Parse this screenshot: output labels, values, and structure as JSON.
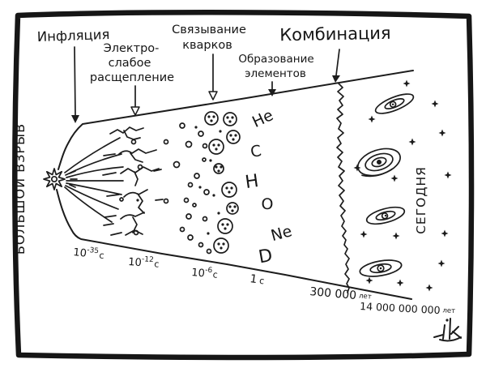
{
  "stages": {
    "inflation": {
      "label": "Инфляция"
    },
    "electroweak": {
      "lines": [
        "Электро-",
        "слабое",
        "расщепление"
      ]
    },
    "quark_binding": {
      "lines": [
        "Связывание",
        "кварков"
      ]
    },
    "element_formation": {
      "lines": [
        "Образование",
        "элементов"
      ]
    },
    "recombination": {
      "label": "Комбинация"
    }
  },
  "timeline": {
    "start_label": "БОЛЬШОЙ ВЗРЫВ",
    "end_label": "СЕГОДНЯ"
  },
  "time_marks": [
    {
      "base": "10",
      "exp": "-35",
      "unit": "с"
    },
    {
      "base": "10",
      "exp": "-12",
      "unit": "с"
    },
    {
      "base": "10",
      "exp": "-6",
      "unit": "с"
    },
    {
      "base": "1",
      "unit": "с"
    },
    {
      "base": "300 000",
      "unit": "лет"
    },
    {
      "base": "14 000 000 000",
      "unit": "лет"
    }
  ],
  "elements": {
    "list": [
      "He",
      "C",
      "H",
      "O",
      "Ne",
      "D"
    ]
  },
  "colors": {
    "ink": "#1c1c1c",
    "paper": "#ffffff"
  }
}
